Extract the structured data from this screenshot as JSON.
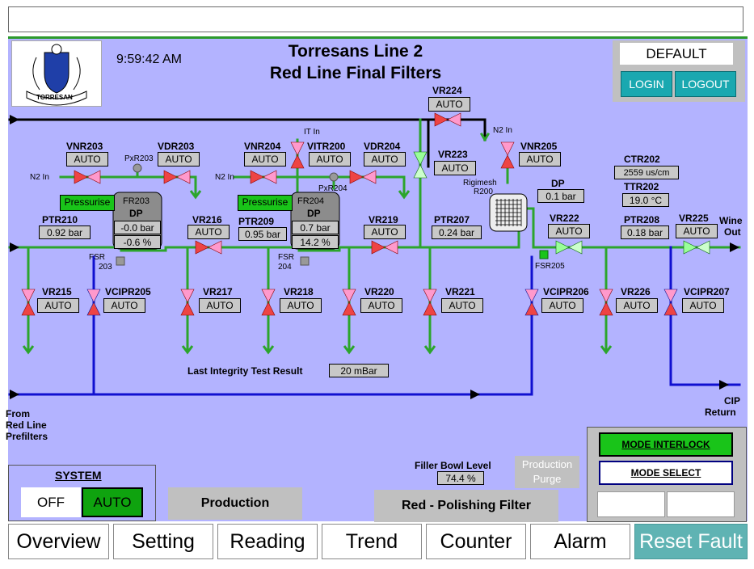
{
  "header": {
    "time": "9:59:42 AM",
    "title_line1": "Torresans Line 2",
    "title_line2": "Red Line Final Filters",
    "logo_text": "TORRESAN",
    "profile": "DEFAULT",
    "login": "LOGIN",
    "logout": "LOGOUT"
  },
  "valves": {
    "vnr203": {
      "tag": "VNR203",
      "mode": "AUTO"
    },
    "vdr203": {
      "tag": "VDR203",
      "mode": "AUTO"
    },
    "vnr204": {
      "tag": "VNR204",
      "mode": "AUTO"
    },
    "vitr200": {
      "tag": "VITR200",
      "mode": "AUTO"
    },
    "vdr204": {
      "tag": "VDR204",
      "mode": "AUTO"
    },
    "vr224": {
      "tag": "VR224",
      "mode": "AUTO"
    },
    "vr223": {
      "tag": "VR223",
      "mode": "AUTO"
    },
    "vnr205": {
      "tag": "VNR205",
      "mode": "AUTO"
    },
    "vr216": {
      "tag": "VR216",
      "mode": "AUTO"
    },
    "vr219": {
      "tag": "VR219",
      "mode": "AUTO"
    },
    "vr222": {
      "tag": "VR222",
      "mode": "AUTO"
    },
    "vr225": {
      "tag": "VR225",
      "mode": "AUTO"
    },
    "vr215": {
      "tag": "VR215",
      "mode": "AUTO"
    },
    "vcipr205": {
      "tag": "VCIPR205",
      "mode": "AUTO"
    },
    "vr217": {
      "tag": "VR217",
      "mode": "AUTO"
    },
    "vr218": {
      "tag": "VR218",
      "mode": "AUTO"
    },
    "vr220": {
      "tag": "VR220",
      "mode": "AUTO"
    },
    "vr221": {
      "tag": "VR221",
      "mode": "AUTO"
    },
    "vcipr206": {
      "tag": "VCIPR206",
      "mode": "AUTO"
    },
    "vr226": {
      "tag": "VR226",
      "mode": "AUTO"
    },
    "vcipr207": {
      "tag": "VCIPR207",
      "mode": "AUTO"
    }
  },
  "sensors": {
    "ptr210": {
      "tag": "PTR210",
      "value": "0.92 bar"
    },
    "ptr209": {
      "tag": "PTR209",
      "value": "0.95 bar"
    },
    "ptr207": {
      "tag": "PTR207",
      "value": "0.24 bar"
    },
    "ptr208": {
      "tag": "PTR208",
      "value": "0.18 bar"
    },
    "dp": {
      "tag": "DP",
      "value": "0.1 bar"
    },
    "ctr202": {
      "tag": "CTR202",
      "value": "2559 us/cm"
    },
    "ttr202": {
      "tag": "TTR202",
      "value": "19.0 °C"
    }
  },
  "filters": {
    "fr203": {
      "tag": "FR203",
      "dp_label": "DP",
      "dp": "-0.0 bar",
      "pct": "-0.6 %",
      "pressurise": "Pressurise",
      "pxr": "PxR203",
      "fsr_line1": "FSR",
      "fsr_line2": "203"
    },
    "fr204": {
      "tag": "FR204",
      "dp_label": "DP",
      "dp": "0.7 bar",
      "pct": "14.2 %",
      "pressurise": "Pressurise",
      "pxr": "PxR204",
      "fsr_line1": "FSR",
      "fsr_line2": "204"
    }
  },
  "labels": {
    "n2in_1": "N2 In",
    "n2in_2": "N2 In",
    "n2in_3": "N2 In",
    "itin": "IT In",
    "rigimesh_1": "Rigimesh",
    "rigimesh_2": "R200",
    "fsr205": "FSR205",
    "wine_1": "Wine",
    "wine_2": "Out",
    "cip_1": "CIP",
    "cip_2": "Return",
    "from_1": "From",
    "from_2": "Red Line",
    "from_3": "Prefilters",
    "integrity_label": "Last Integrity Test Result",
    "integrity_value": "20  mBar",
    "filler_label": "Filler Bowl Level",
    "filler_value": "74.4 %"
  },
  "system": {
    "title": "SYSTEM",
    "off": "OFF",
    "auto": "AUTO"
  },
  "status": {
    "production": "Production",
    "polishing": "Red - Polishing Filter",
    "purge_1": "Production",
    "purge_2": "Purge"
  },
  "mode": {
    "interlock": "MODE INTERLOCK",
    "select": "MODE SELECT"
  },
  "nav": {
    "overview": "Overview",
    "setting": "Setting",
    "reading": "Reading",
    "trend": "Trend",
    "counter": "Counter",
    "alarm": "Alarm",
    "reset": "Reset Fault"
  },
  "colors": {
    "panel": "#b3b3ff",
    "pipe_green": "#2ca52c",
    "pipe_blue": "#1010d0",
    "valve_red": "#e03c3c",
    "button_teal": "#1aa8b0"
  }
}
